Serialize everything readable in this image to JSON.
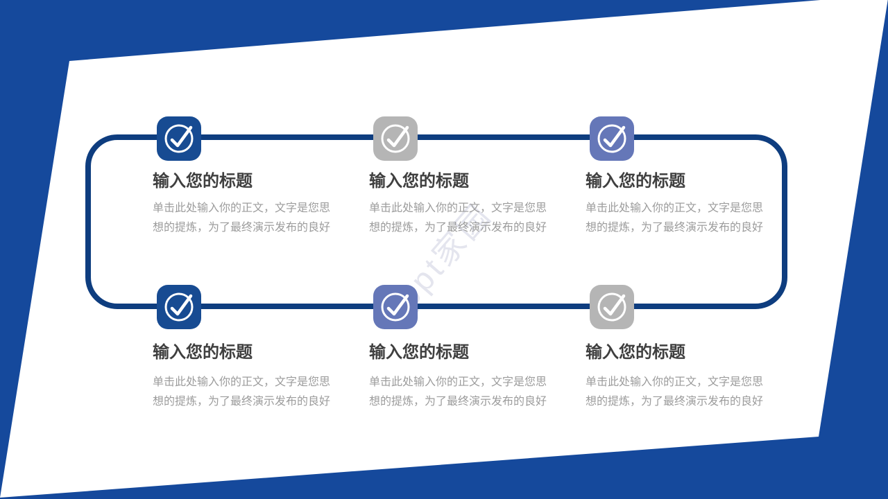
{
  "slide": {
    "watermark": "ppt家园",
    "colors": {
      "background": "#15499C",
      "panel": "#FFFFFF",
      "frame": "#0E3D7F",
      "title_text": "#3F3F3F",
      "body_text": "#9C9C9C",
      "watermark": "#E4E5EE",
      "icon_dark_blue": "#174B92",
      "icon_gray": "#B5B5B5",
      "icon_slate_blue": "#6577B8"
    },
    "cards": [
      {
        "position": "top-left",
        "icon": "check-circle",
        "icon_color": "#174B92",
        "title": "输入您的标题",
        "body_line1": "单击此处输入你的正文，文字是您思",
        "body_line2": "想的提炼，为了最终演示发布的良好"
      },
      {
        "position": "top-center",
        "icon": "check-circle",
        "icon_color": "#B5B5B5",
        "title": "输入您的标题",
        "body_line1": "单击此处输入你的正文，文字是您思",
        "body_line2": "想的提炼，为了最终演示发布的良好"
      },
      {
        "position": "top-right",
        "icon": "check-circle",
        "icon_color": "#6577B8",
        "title": "输入您的标题",
        "body_line1": "单击此处输入你的正文，文字是您思",
        "body_line2": "想的提炼，为了最终演示发布的良好"
      },
      {
        "position": "bottom-left",
        "icon": "check-circle",
        "icon_color": "#174B92",
        "title": "输入您的标题",
        "body_line1": "单击此处输入你的正文，文字是您思",
        "body_line2": "想的提炼，为了最终演示发布的良好"
      },
      {
        "position": "bottom-center",
        "icon": "check-circle",
        "icon_color": "#6577B8",
        "title": "输入您的标题",
        "body_line1": "单击此处输入你的正文，文字是您思",
        "body_line2": "想的提炼，为了最终演示发布的良好"
      },
      {
        "position": "bottom-right",
        "icon": "check-circle",
        "icon_color": "#B5B5B5",
        "title": "输入您的标题",
        "body_line1": "单击此处输入你的正文，文字是您思",
        "body_line2": "想的提炼，为了最终演示发布的良好"
      }
    ]
  }
}
